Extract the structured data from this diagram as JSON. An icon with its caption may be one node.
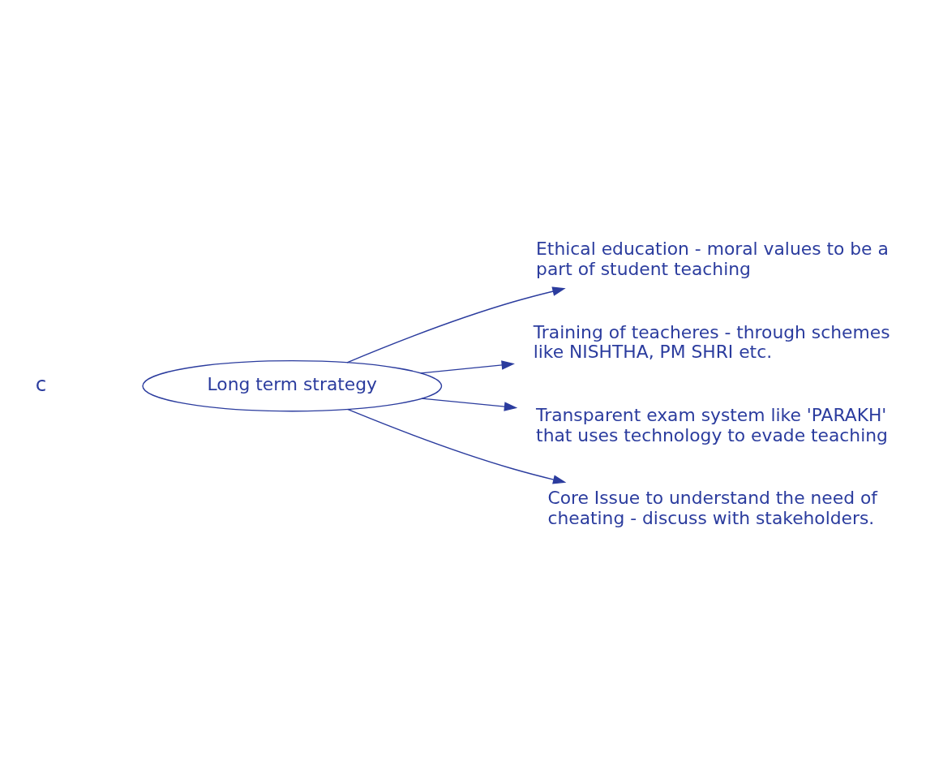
{
  "diagram": {
    "nodes": [
      {
        "text": [
          "Long term strategy"
        ]
      },
      {
        "text": [
          "Ethical education - moral values to be a part of student teaching"
        ]
      },
      {
        "text": [
          "Training of teacheres - through schemes like NISHTHA, PM SHRI etc."
        ]
      },
      {
        "text": [
          "Transparent exam system like 'PARAKH' that uses technology to evade teaching"
        ]
      },
      {
        "text": [
          "Core Issue to understand the need of cheating - discuss with stakeholders."
        ]
      }
    ],
    "edges": [
      {
        "from": 0,
        "to": 1,
        "arrow": "to"
      },
      {
        "from": 0,
        "to": 2,
        "arrow": "to"
      },
      {
        "from": 0,
        "to": 3,
        "arrow": "to"
      },
      {
        "from": 0,
        "to": 4,
        "arrow": "to"
      }
    ],
    "labels": [
      "c"
    ]
  }
}
